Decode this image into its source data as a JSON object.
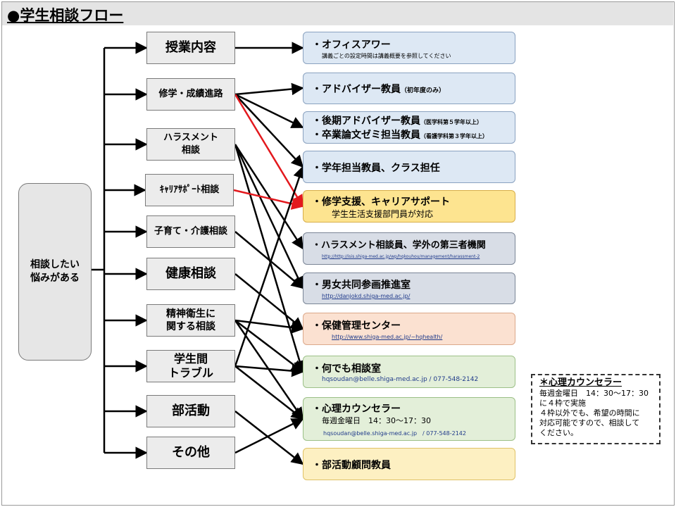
{
  "title": "●学生相談フロー",
  "root": {
    "line1": "相談したい",
    "line2": "悩みがある"
  },
  "categories": [
    {
      "id": "c1",
      "lines": [
        "授業内容"
      ]
    },
    {
      "id": "c2",
      "lines": [
        "修学・成績進路"
      ]
    },
    {
      "id": "c3",
      "lines": [
        "ハラスメント",
        "相談"
      ]
    },
    {
      "id": "c4",
      "lines": [
        "ｷｬﾘｱｻﾎﾟｰﾄ相談"
      ]
    },
    {
      "id": "c5",
      "lines": [
        "子育て・介護相談"
      ]
    },
    {
      "id": "c6",
      "lines": [
        "健康相談"
      ]
    },
    {
      "id": "c7",
      "lines": [
        "精神衛生に",
        "関する相談"
      ]
    },
    {
      "id": "c8",
      "lines": [
        "学生間",
        "トラブル"
      ]
    },
    {
      "id": "c9",
      "lines": [
        "部活動"
      ]
    },
    {
      "id": "c10",
      "lines": [
        "その他"
      ]
    }
  ],
  "destinations": {
    "d1": {
      "main": "・オフィスアワー",
      "note": "講義ごとの設定時間は講義概要を参照してください"
    },
    "d2": {
      "main": "・アドバイザー教員",
      "note": "（初年度のみ）"
    },
    "d3": {
      "main1": "・後期アドバイザー教員",
      "note1": "（医学科第５学年以上）",
      "main2": "・卒業論文ゼミ担当教員",
      "note2": "（看護学科第３学年以上）"
    },
    "d4": {
      "main": "・学年担当教員、クラス担任"
    },
    "d5": {
      "main": "・修学支援、キャリアサポート",
      "sub": "学生生活支援部門員が対応"
    },
    "d6": {
      "main": "・ハラスメント相談員、学外の第三者機関",
      "link": "http://http://isis.shiga-med.ac.jp/wp/hqkouhou/management/harassment-2"
    },
    "d7": {
      "main": "・男女共同参画推進室",
      "link": "http://danjokd.shiga-med.ac.jp/"
    },
    "d8": {
      "main": "・保健管理センター",
      "link": "http://www.shiga-med.ac.jp/~hqhealth/"
    },
    "d9": {
      "main": "・何でも相談室",
      "contact": "hqsoudan@belle.shiga-med.ac.jp / 077-548-2142"
    },
    "d10": {
      "main": "・心理カウンセラー",
      "sub": "毎週金曜日　14：30〜17：30",
      "contact": "hqsoudan@belle.shiga-med.ac.jp　/ 077-548-2142"
    },
    "d11": {
      "main": "・部活動顧問教員"
    }
  },
  "note": {
    "title": "＊心理カウンセラー",
    "line1": "毎週金曜日　14：30〜17：30",
    "line2": "に４枠で実施",
    "line3": "４枠以外でも、希望の時間に",
    "line4": "対応可能ですので、相談して",
    "line5": "ください。"
  },
  "colors": {
    "line": "#000000",
    "highlight": "#e3181d",
    "blue_box": "#dde8f4",
    "gold_box": "#fde490",
    "slate_box": "#d8dde6",
    "peach_box": "#fbe1d1",
    "green_box": "#e3efd9",
    "yellow_box": "#fdf0c2"
  },
  "edges": [
    {
      "from": "c1",
      "to": "d1"
    },
    {
      "from": "c2",
      "to": "d2"
    },
    {
      "from": "c2",
      "to": "d3"
    },
    {
      "from": "c2",
      "to": "d4"
    },
    {
      "from": "c2",
      "to": "d5",
      "highlight": true
    },
    {
      "from": "c3",
      "to": "d6"
    },
    {
      "from": "c3",
      "to": "d7"
    },
    {
      "from": "c3",
      "to": "d9"
    },
    {
      "from": "c4",
      "to": "d5",
      "highlight": true
    },
    {
      "from": "c5",
      "to": "d7"
    },
    {
      "from": "c6",
      "to": "d8"
    },
    {
      "from": "c7",
      "to": "d8"
    },
    {
      "from": "c7",
      "to": "d9"
    },
    {
      "from": "c7",
      "to": "d10"
    },
    {
      "from": "c8",
      "to": "d4"
    },
    {
      "from": "c8",
      "to": "d9"
    },
    {
      "from": "c8",
      "to": "d10"
    },
    {
      "from": "c9",
      "to": "d11"
    },
    {
      "from": "c10",
      "to": "d10"
    }
  ]
}
